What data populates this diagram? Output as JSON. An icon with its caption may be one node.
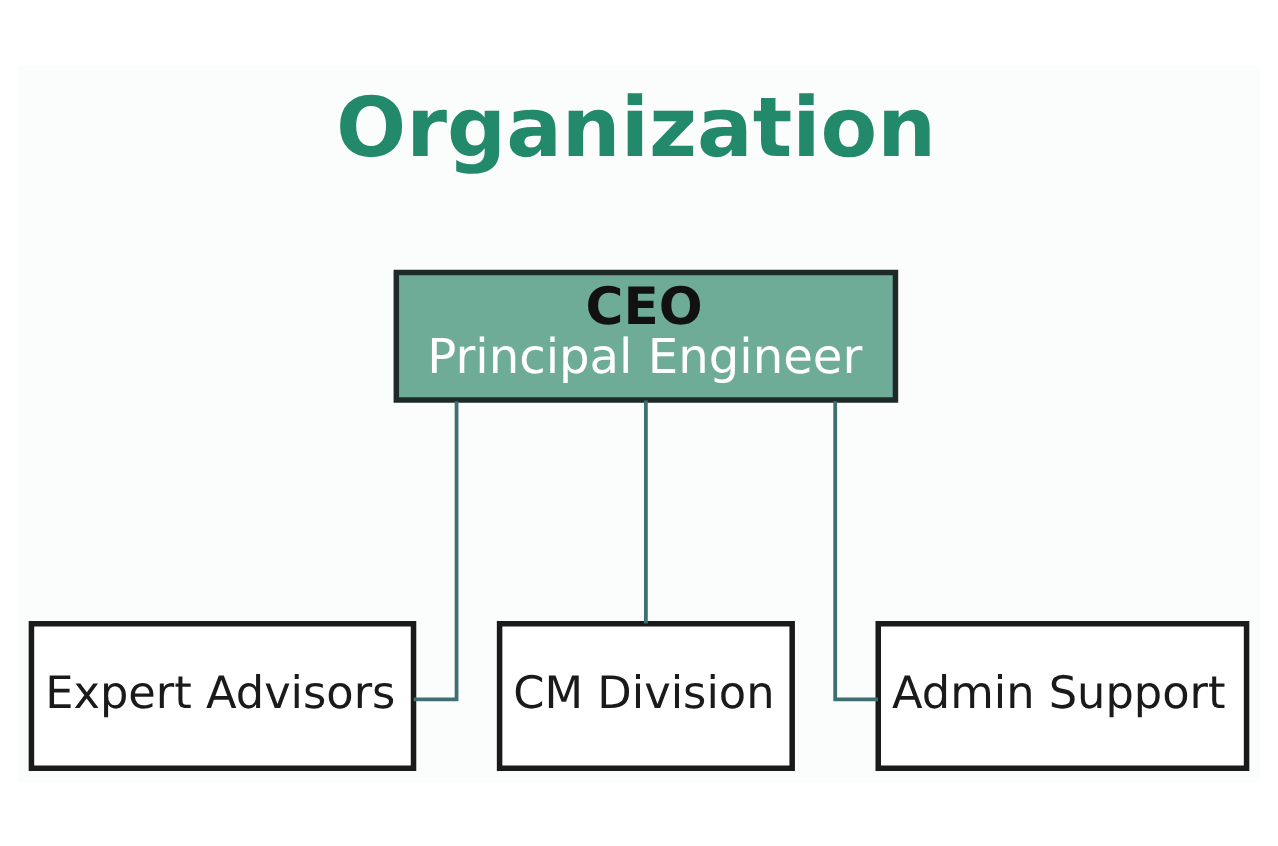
{
  "diagram": {
    "title": "Organization",
    "nodes": [
      {
        "text": [
          "CEO",
          "Principal Engineer"
        ]
      },
      {
        "text": [
          "Expert Advisors"
        ]
      },
      {
        "text": [
          "CM Division"
        ]
      },
      {
        "text": [
          "Admin Support"
        ]
      }
    ],
    "edges": [
      {
        "from": 0,
        "to": 1,
        "arrow": "none"
      },
      {
        "from": 0,
        "to": 2,
        "arrow": "none"
      },
      {
        "from": 0,
        "to": 3,
        "arrow": "none"
      }
    ]
  }
}
